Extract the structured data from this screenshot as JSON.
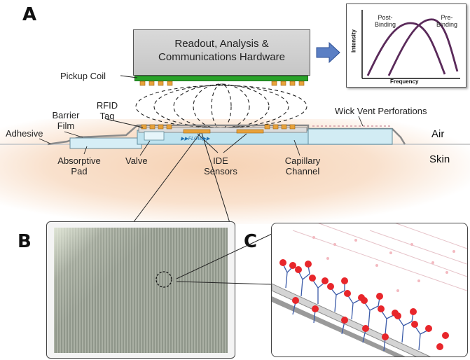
{
  "panels": {
    "a": "A",
    "b": "B",
    "c": "C"
  },
  "hardware": {
    "line1": "Readout, Analysis &",
    "line2": "Communications Hardware"
  },
  "graph": {
    "ylabel": "Intensity",
    "xlabel": "Frequency",
    "post_line1": "Post-",
    "post_line2": "Binding",
    "pre_line1": "Pre-",
    "pre_line2": "Binding"
  },
  "labels": {
    "pickup_coil": "Pickup Coil",
    "barrier_line1": "Barrier",
    "barrier_line2": "Film",
    "rfid_line1": "RFID",
    "rfid_line2": "Tag",
    "adhesive": "Adhesive",
    "wick_vent": "Wick Vent Perforations",
    "air": "Air",
    "skin": "Skin",
    "absorptive_line1": "Absorptive",
    "absorptive_line2": "Pad",
    "valve": "Valve",
    "ide_line1": "IDE",
    "ide_line2": "Sensors",
    "capillary_line1": "Capillary",
    "capillary_line2": "Channel",
    "flow": "▶▶FLOW▶▶"
  },
  "colors": {
    "coil": "#2aa32a",
    "tag_pads": "#e8a23a",
    "channel": "#bfe3ef",
    "skin": "#f6d2b4",
    "curve": "#5a2a5a",
    "beads": "#e8262b",
    "linkers": "#3a5aa8"
  }
}
